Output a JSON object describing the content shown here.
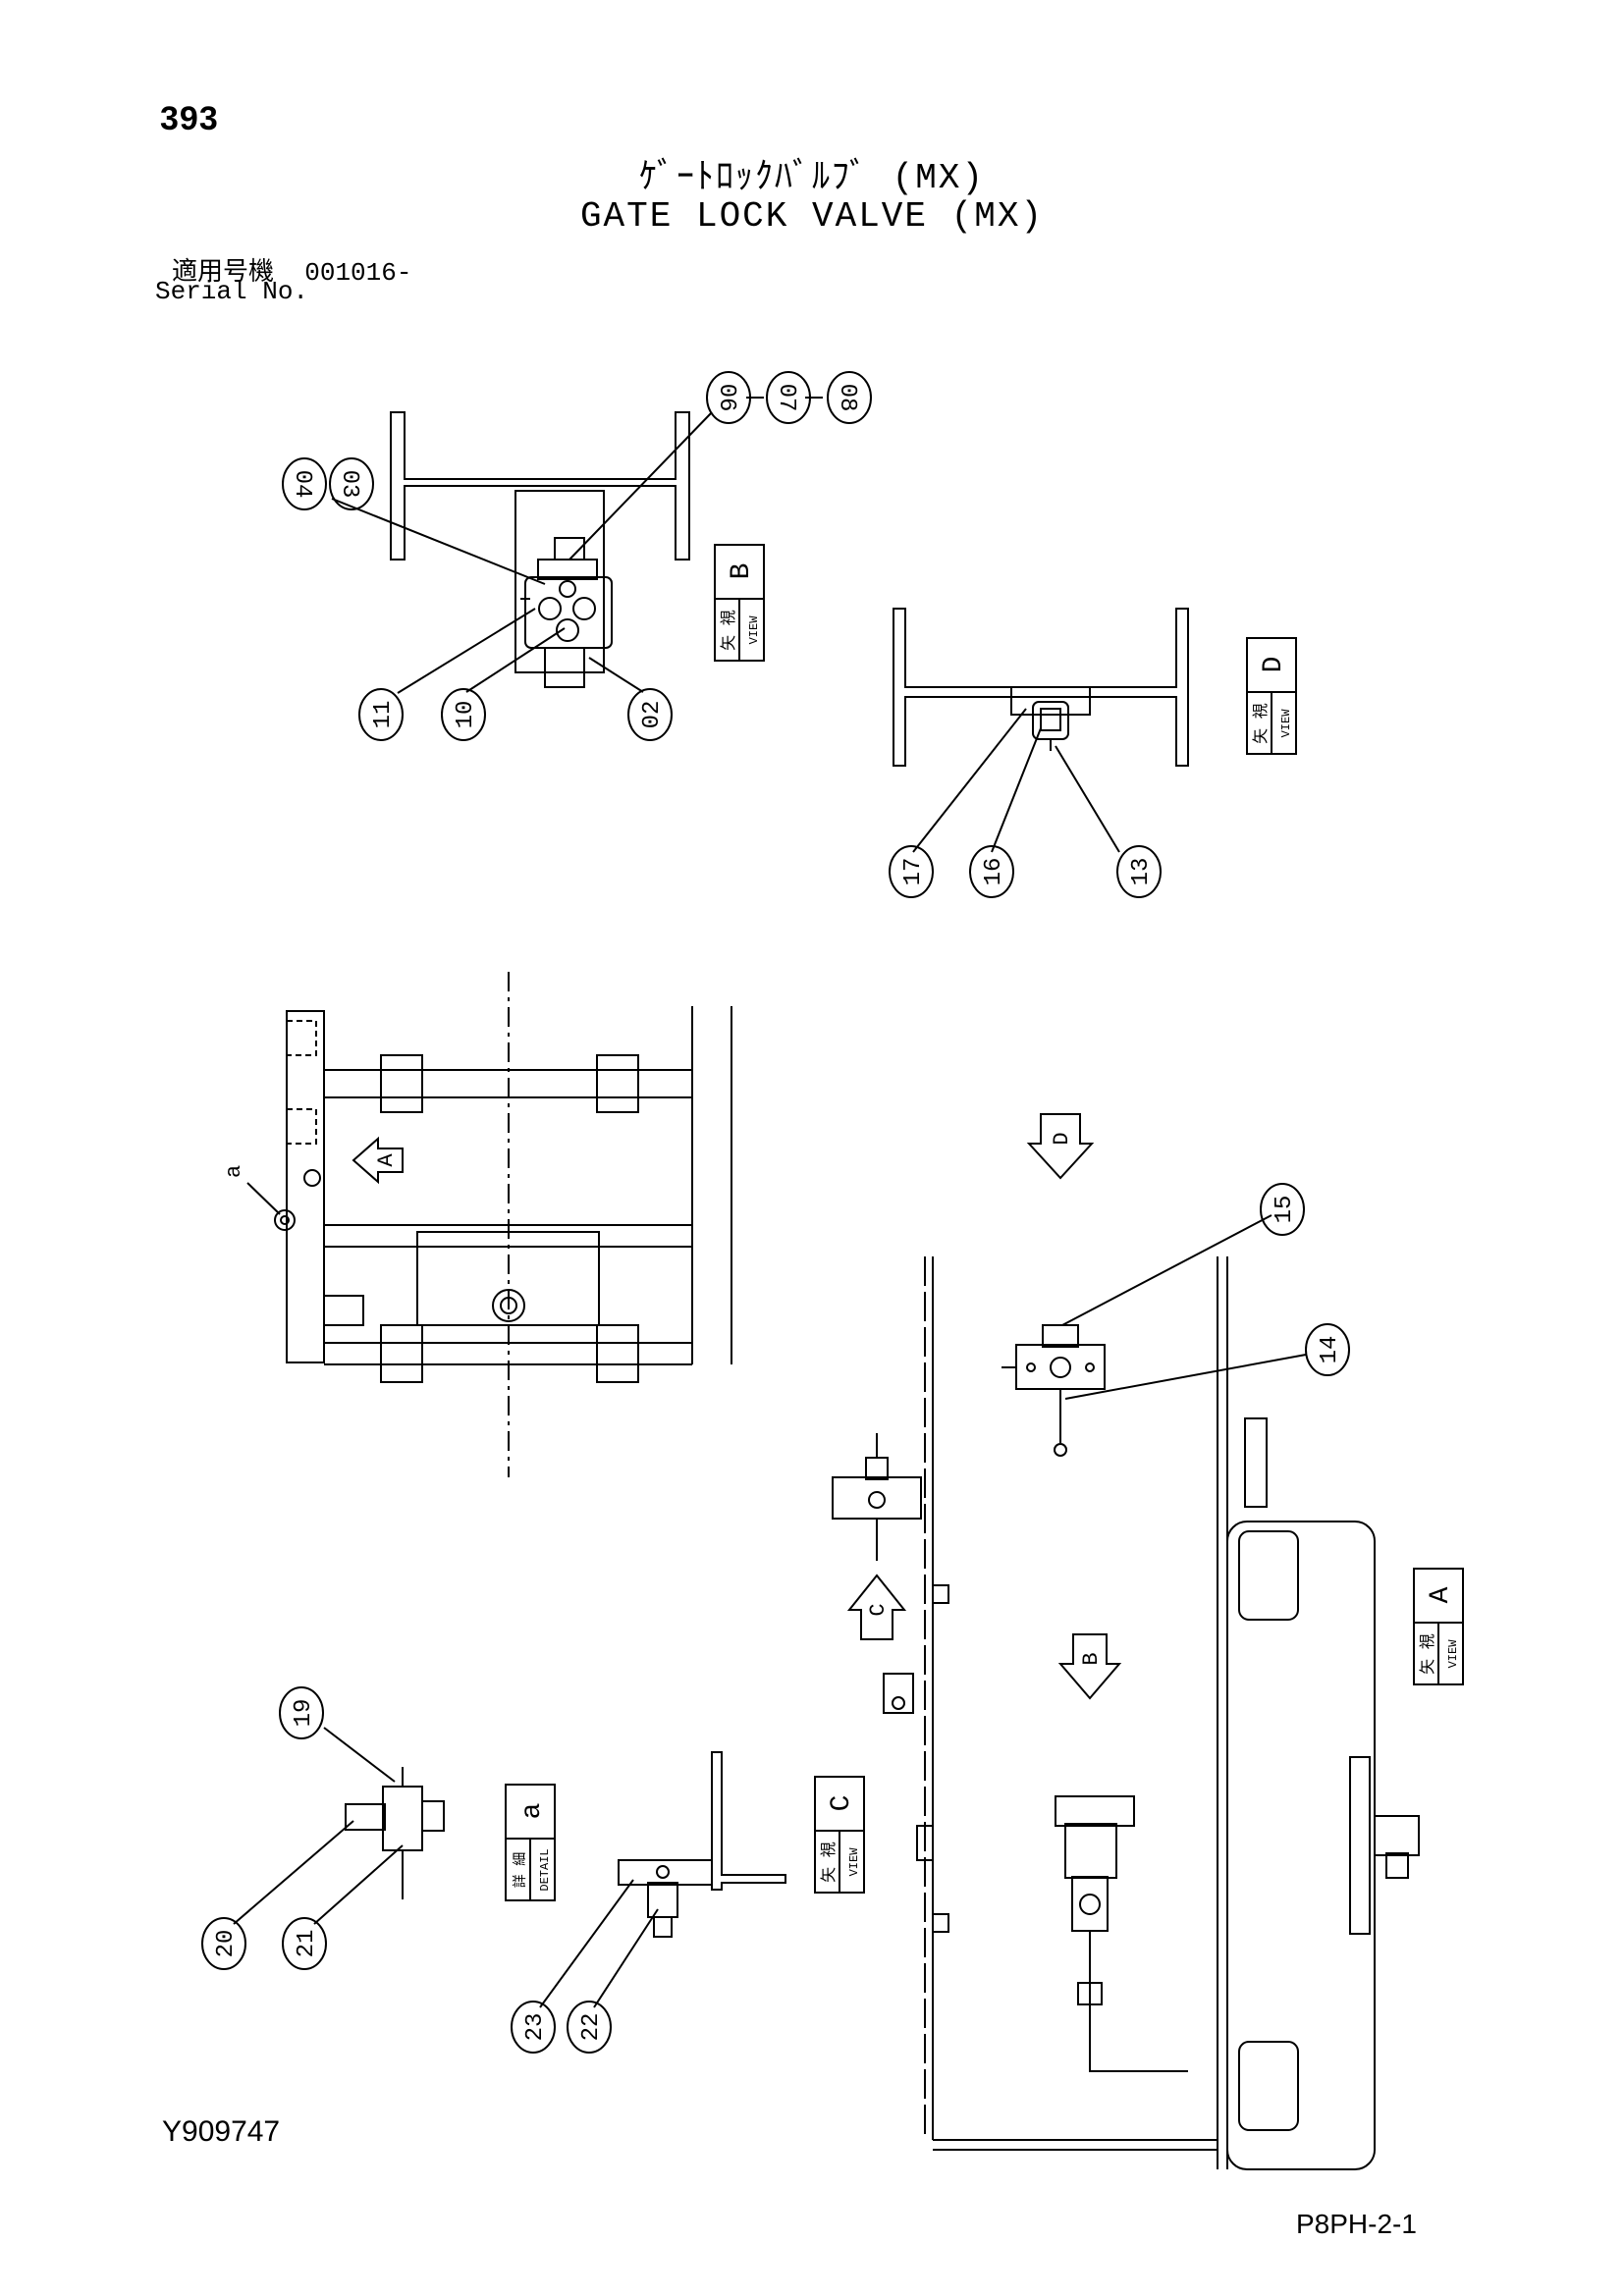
{
  "header": {
    "page_number": "393",
    "title_jp": "ｹﾞｰﾄﾛｯｸﾊﾞﾙﾌﾞ (MX)",
    "title_en": "GATE LOCK VALVE (MX)",
    "serial_label_jp": "適用号機",
    "serial_value": "001016-",
    "serial_label_en": "Serial No."
  },
  "footer": {
    "drawing_number": "Y909747",
    "sheet_code": "P8PH-2-1"
  },
  "callouts": {
    "c02": "02",
    "c03": "03",
    "c04": "04",
    "c06": "06",
    "c07": "07",
    "c08": "08",
    "c10": "10",
    "c11": "11",
    "c13": "13",
    "c14": "14",
    "c15": "15",
    "c16": "16",
    "c17": "17",
    "c19": "19",
    "c20": "20",
    "c21": "21",
    "c22": "22",
    "c23": "23"
  },
  "view_labels": {
    "view_b": {
      "letter": "B",
      "jp": "矢 視",
      "en": "VIEW"
    },
    "view_d": {
      "letter": "D",
      "jp": "矢 視",
      "en": "VIEW"
    },
    "view_a": {
      "letter": "A",
      "jp": "矢 視",
      "en": "VIEW"
    },
    "view_c": {
      "letter": "C",
      "jp": "矢 視",
      "en": "VIEW"
    },
    "detail_a": {
      "letter": "a",
      "jp": "詳 細",
      "en": "DETAIL"
    }
  },
  "arrow_letters": {
    "a": "A",
    "b": "B",
    "c": "C",
    "d": "D"
  },
  "detail_marker": "a"
}
